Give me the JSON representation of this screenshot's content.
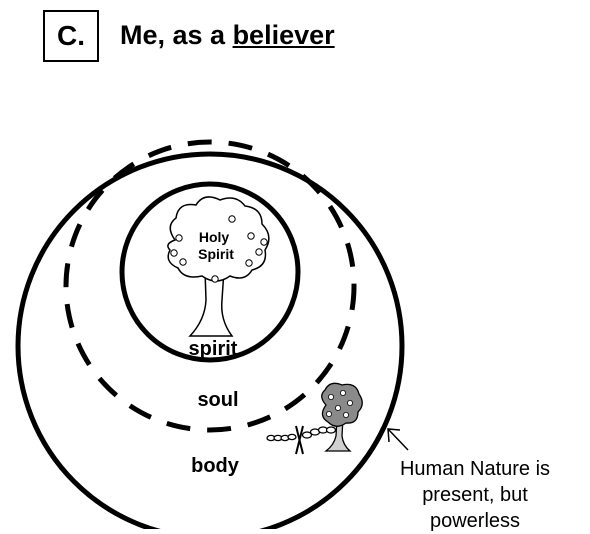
{
  "section": {
    "label": "C.",
    "title_prefix": "Me, as a ",
    "title_emphasis": "believer"
  },
  "diagram": {
    "tree_text": [
      "Holy",
      "Spirit"
    ],
    "layers": {
      "spirit": "spirit",
      "soul": "soul",
      "body": "body"
    },
    "caption_lines": [
      "Human Nature is",
      "present, but",
      "powerless"
    ]
  }
}
